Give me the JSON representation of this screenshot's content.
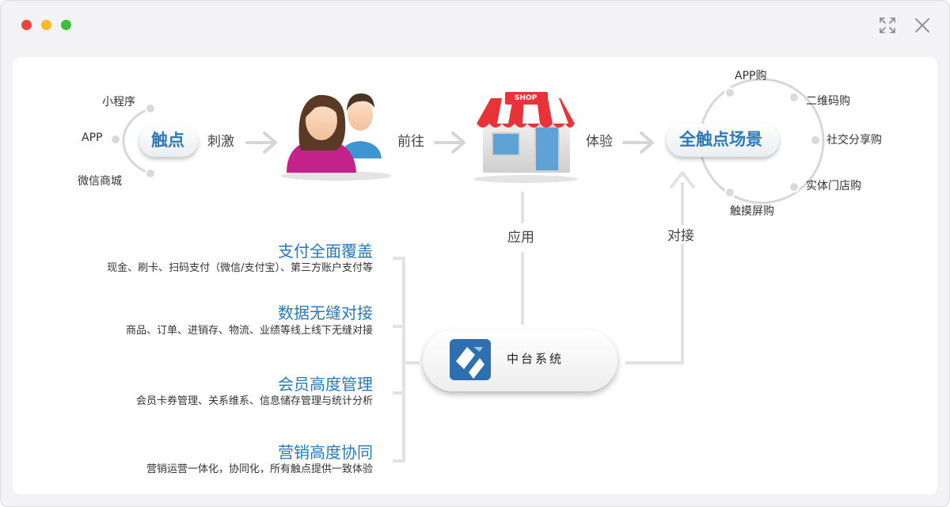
{
  "touchpoint": {
    "title": "触点",
    "channels": [
      "小程序",
      "APP",
      "微信商城"
    ]
  },
  "arrows": {
    "stimulate": "刺激",
    "goto": "前往",
    "experience": "体验",
    "apply": "应用",
    "connect": "对接"
  },
  "shop": {
    "sign": "SHOP"
  },
  "scene": {
    "title": "全触点场景",
    "channels": [
      "APP购",
      "二维码购",
      "社交分享购",
      "实体门店购",
      "触摸屏购"
    ]
  },
  "features": [
    {
      "title": "支付全面覆盖",
      "desc": "现金、刷卡、扫码支付（微信/支付宝）、第三方账户支付等"
    },
    {
      "title": "数据无缝对接",
      "desc": "商品、订单、进销存、物流、业绩等线上线下无缝对接"
    },
    {
      "title": "会员高度管理",
      "desc": "会员卡券管理、关系维系、信息储存管理与统计分析"
    },
    {
      "title": "营销高度协同",
      "desc": "营销运营一体化，协同化，所有触点提供一致体验"
    }
  ],
  "core": {
    "name": "中台系统"
  },
  "colors": {
    "accent_blue": "#2b78b8",
    "line_gray": "#dcdcdc",
    "person_female": "#c2228a",
    "person_male": "#3d95d3",
    "awning_red": "#e8333a"
  }
}
